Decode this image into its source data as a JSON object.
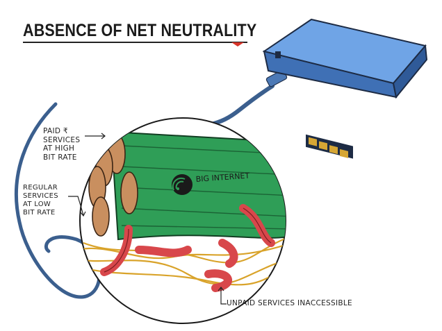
{
  "title": "ABSENCE OF NET NEUTRALITY",
  "labels": {
    "paid": [
      "PAID",
      "SERVICES",
      "AT HIGH",
      "BIT RATE"
    ],
    "currency_symbol": "₹",
    "regular": [
      "REGULAR",
      "SERVICES",
      "AT LOW",
      "BIT RATE"
    ],
    "unpaid": "UNPAID SERVICES INACCESSIBLE",
    "cable": "BIG INTERNET"
  },
  "colors": {
    "cable_green": "#2f9e57",
    "pipe_red": "#d8474b",
    "wire_yellow": "#d9a32a",
    "router_blue": "#5a8ed6",
    "cord_blue": "#3b5f8e",
    "wood_end": "#c98f5f",
    "accent_red": "#d8352a"
  },
  "icons": [
    "router-icon",
    "wifi-icon",
    "rupee-icon"
  ]
}
